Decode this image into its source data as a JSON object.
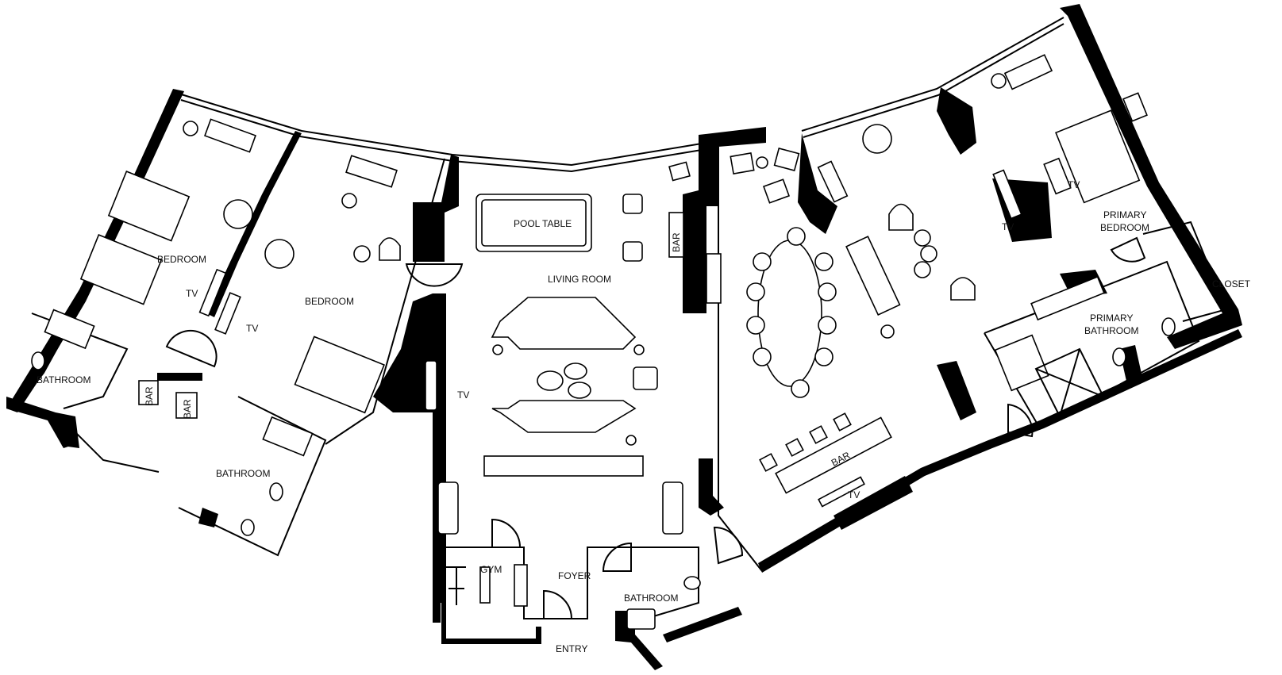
{
  "labels": {
    "bedroom_left": "BEDROOM",
    "bedroom_mid": "BEDROOM",
    "bathroom_left": "BATHROOM",
    "bathroom_mid": "BATHROOM",
    "bathroom_foyer": "BATHROOM",
    "bar_left_a": "BAR",
    "bar_left_b": "BAR",
    "bar_living": "BAR",
    "bar_dining": "BAR",
    "tv_left": "TV",
    "tv_mid": "TV",
    "tv_living": "TV",
    "tv_dining": "TV",
    "tv_primary_left": "TV",
    "tv_primary_right": "TV",
    "pool_table": "POOL TABLE",
    "living_room": "LIVING ROOM",
    "gym": "GYM",
    "foyer": "FOYER",
    "entry": "ENTRY",
    "primary_bedroom_line1": "PRIMARY",
    "primary_bedroom_line2": "BEDROOM",
    "primary_bathroom_line1": "PRIMARY",
    "primary_bathroom_line2": "BATHROOM",
    "closet": "CLOSET"
  }
}
